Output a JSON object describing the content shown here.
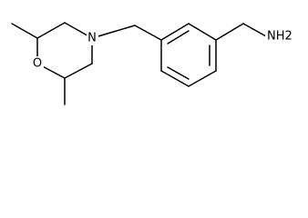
{
  "molecule": {
    "atom_labels": {
      "nitrogen": "N",
      "oxygen": "O",
      "amine": "NH2"
    }
  }
}
